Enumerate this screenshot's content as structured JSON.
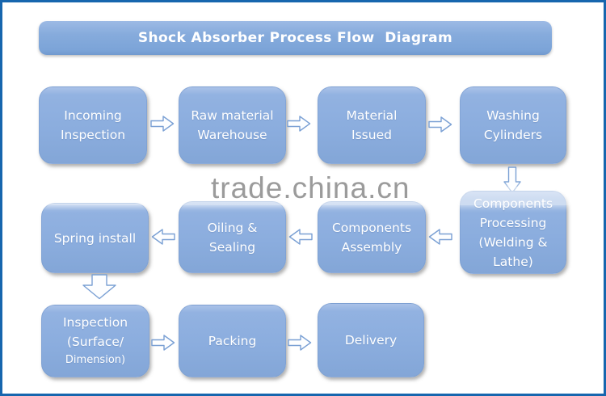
{
  "title": "Shock Absorber Process Flow  Diagram",
  "watermark": {
    "text": "trade.china.cn"
  },
  "nodes": [
    {
      "id": "incoming-inspection",
      "label": "Incoming\nInspection"
    },
    {
      "id": "raw-material-warehouse",
      "label": "Raw material\nWarehouse"
    },
    {
      "id": "material-issued",
      "label": "Material\nIssued"
    },
    {
      "id": "washing-cylinders",
      "label": "Washing\nCylinders"
    },
    {
      "id": "components-processing",
      "label": "Components\nProcessing\n(Welding &\nLathe)"
    },
    {
      "id": "components-assembly",
      "label": "Components\nAssembly"
    },
    {
      "id": "oiling-sealing",
      "label": "Oiling &\nSealing"
    },
    {
      "id": "spring-install",
      "label": "Spring install"
    },
    {
      "id": "inspection-surface-dimension",
      "label": "Inspection\n(Surface/",
      "sublabel": "Dimension)"
    },
    {
      "id": "packing",
      "label": "Packing"
    },
    {
      "id": "delivery",
      "label": "Delivery"
    }
  ],
  "icons": {
    "arrow_right": "right block arrow",
    "arrow_left": "left block arrow",
    "arrow_down": "down block arrow"
  },
  "colors": {
    "frame_border": "#1766ae",
    "node_fill": "#8badde",
    "node_fill_light": "#aac2e8",
    "title_fill": "#86abdc",
    "arrow_outline": "#7aa0d4",
    "arrow_fill": "#fdfeff",
    "watermark_gray": "#8e8e8e",
    "label_text": "#ffffff"
  }
}
